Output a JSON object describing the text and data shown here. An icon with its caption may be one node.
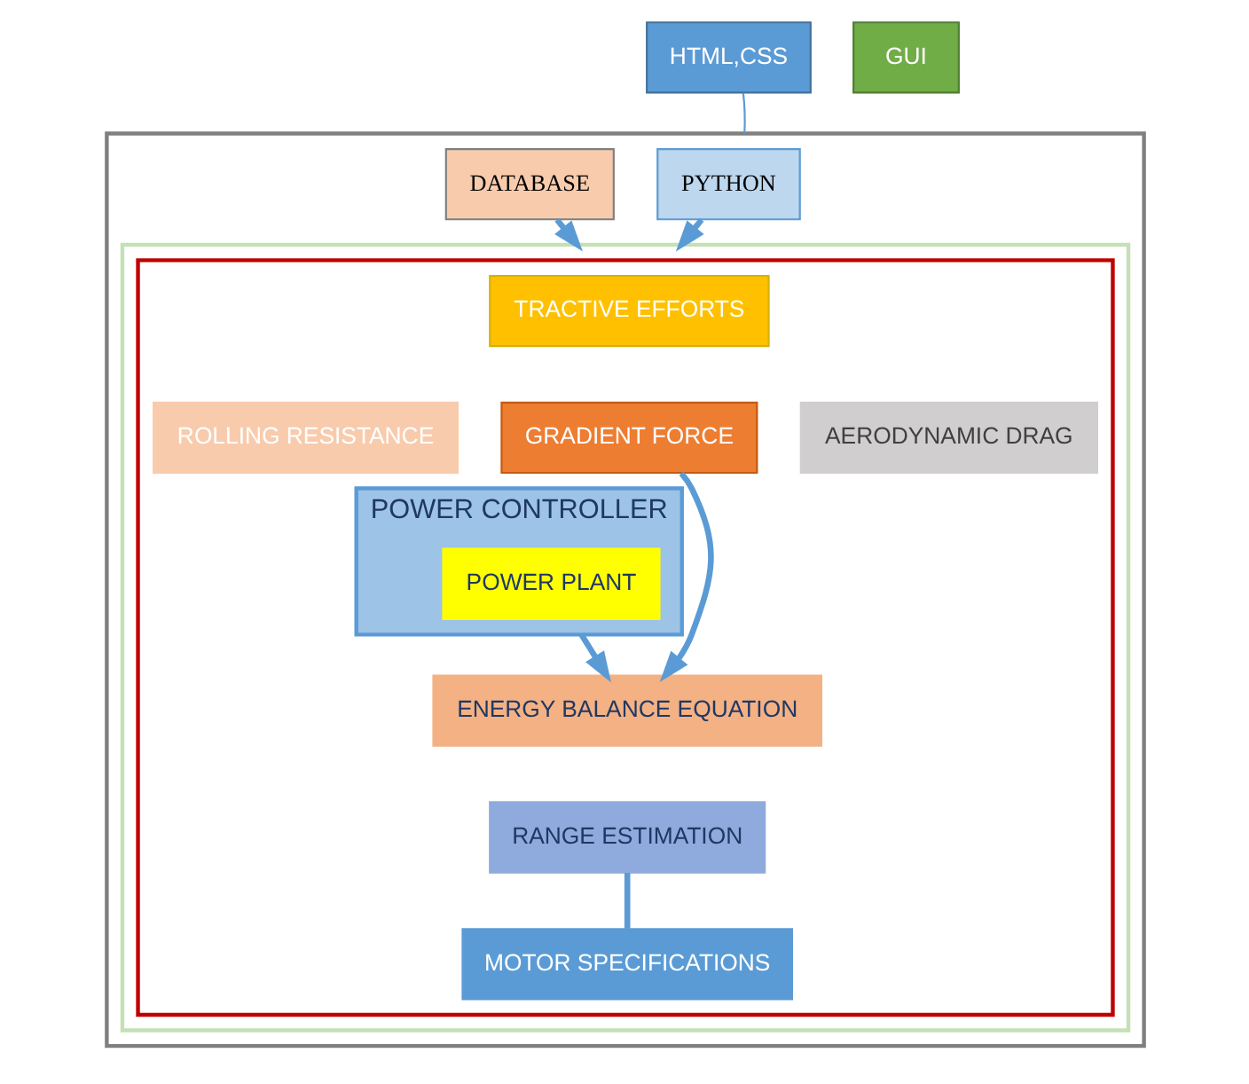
{
  "diagram": {
    "nodes": [
      {
        "text": [
          "HTML,CSS"
        ]
      },
      {
        "text": [
          "GUI"
        ]
      },
      {
        "text": [],
        "shape": "box"
      },
      {
        "text": [
          "PYTHON"
        ],
        "in": 2
      },
      {
        "text": [
          "DATABASE"
        ],
        "in": 2
      },
      {
        "text": [],
        "shape": "box",
        "in": 2
      },
      {
        "text": [],
        "shape": "box",
        "in": 5
      },
      {
        "text": [
          "TRACTIVE EFFORTS"
        ],
        "in": 6
      },
      {
        "text": [
          "ROLLING RESISTANCE"
        ],
        "in": 6
      },
      {
        "text": [
          "GRADIENT FORCE"
        ],
        "in": 6
      },
      {
        "text": [
          "AERODYNAMIC DRAG"
        ],
        "in": 6
      },
      {
        "text": [
          "POWER CONTROLLER"
        ],
        "in": 6
      },
      {
        "text": [
          "POWER PLANT"
        ],
        "in": 11
      },
      {
        "text": [
          "ENERGY BALANCE EQUATION"
        ],
        "in": 6
      },
      {
        "text": [
          "RANGE ESTIMATION"
        ],
        "in": 6
      },
      {
        "text": [
          "MOTOR SPECIFICATIONS"
        ],
        "in": 6
      }
    ],
    "edges": [
      {
        "from": 0,
        "to": 2,
        "arrow": "none"
      },
      {
        "from": 3,
        "to": 5,
        "arrow": "to"
      },
      {
        "from": 4,
        "to": 5,
        "arrow": "to"
      },
      {
        "from": 9,
        "to": 13,
        "arrow": "to"
      },
      {
        "from": 11,
        "to": 13,
        "arrow": "to"
      },
      {
        "from": 14,
        "to": 15,
        "arrow": "none"
      }
    ]
  }
}
